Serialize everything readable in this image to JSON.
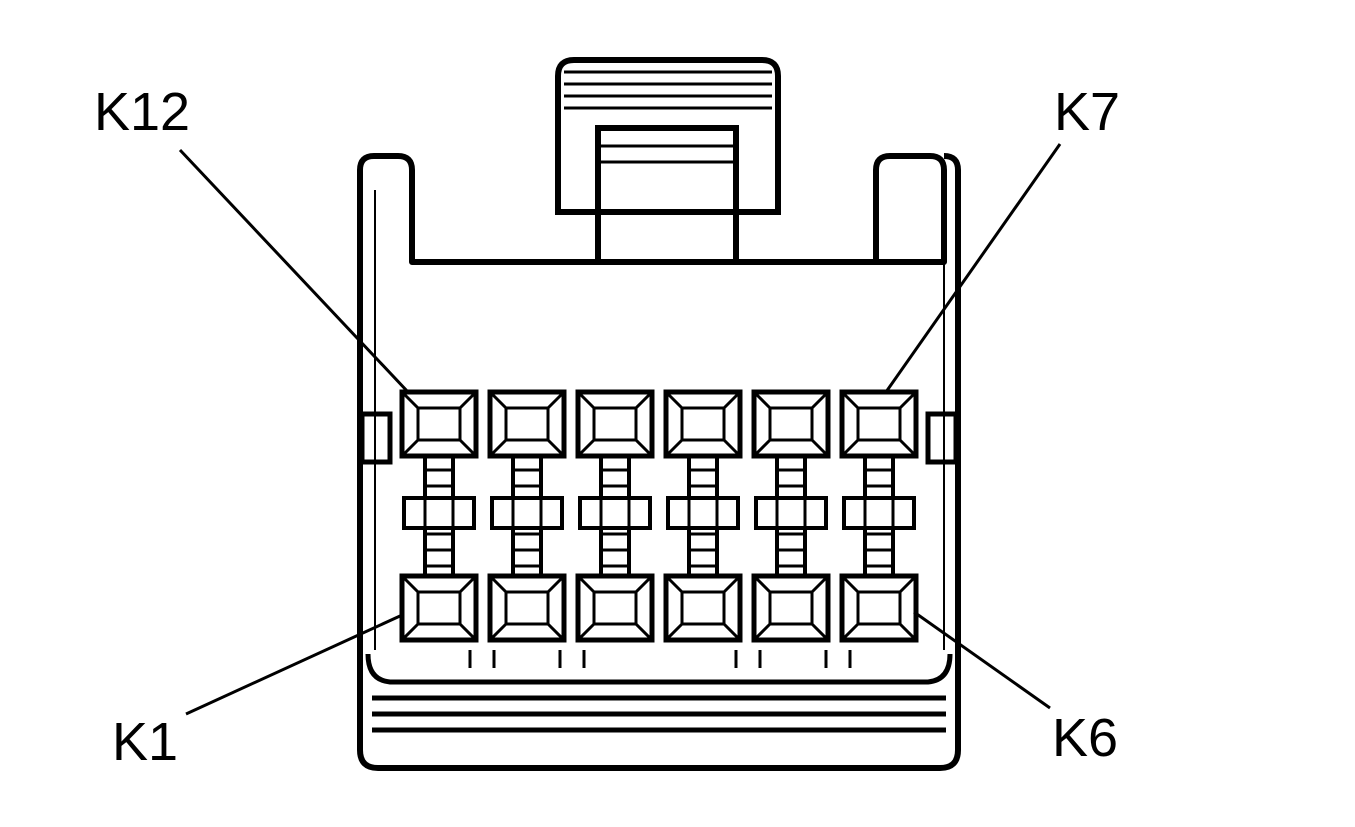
{
  "diagram": {
    "type": "connector-face-view",
    "cavity_rows": 2,
    "cavities_per_row": 6,
    "colors": {
      "line": "#000000",
      "background": "#ffffff"
    },
    "callouts": [
      {
        "id": "k12",
        "label": "K12"
      },
      {
        "id": "k7",
        "label": "K7"
      },
      {
        "id": "k1",
        "label": "K1"
      },
      {
        "id": "k6",
        "label": "K6"
      }
    ]
  }
}
